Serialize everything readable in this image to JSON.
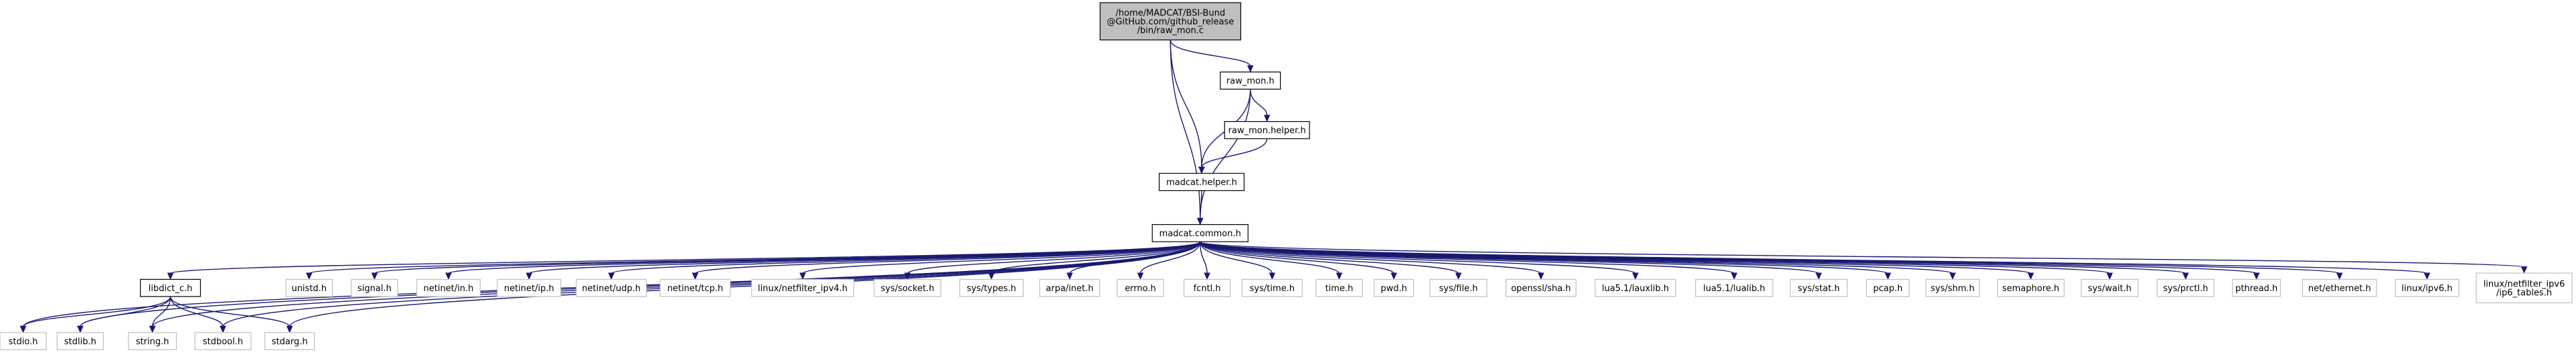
{
  "colors": {
    "edge": "#191970",
    "root_fill": "#bfbfbf",
    "root_stroke": "#000000",
    "doc_fill": "#ffffff",
    "doc_stroke": "#000000",
    "external_fill": "#ffffff",
    "external_stroke": "#bfbfbf"
  },
  "nodes": [
    {
      "id": "root",
      "kind": "root",
      "lines": [
        "/home/MADCAT/BSI-Bund",
        "@GitHub.com/github_release",
        "/bin/raw_mon.c"
      ]
    },
    {
      "id": "raw_mon_h",
      "kind": "doc",
      "lines": [
        "raw_mon.h"
      ]
    },
    {
      "id": "raw_mon_helper_h",
      "kind": "doc",
      "lines": [
        "raw_mon.helper.h"
      ]
    },
    {
      "id": "madcat_helper_h",
      "kind": "doc",
      "lines": [
        "madcat.helper.h"
      ]
    },
    {
      "id": "madcat_common_h",
      "kind": "doc",
      "lines": [
        "madcat.common.h"
      ]
    },
    {
      "id": "libdict_c_h",
      "kind": "doc",
      "lines": [
        "libdict_c.h"
      ]
    },
    {
      "id": "stdio_h",
      "kind": "external",
      "lines": [
        "stdio.h"
      ]
    },
    {
      "id": "stdlib_h",
      "kind": "external",
      "lines": [
        "stdlib.h"
      ]
    },
    {
      "id": "string_h",
      "kind": "external",
      "lines": [
        "string.h"
      ]
    },
    {
      "id": "stdbool_h",
      "kind": "external",
      "lines": [
        "stdbool.h"
      ]
    },
    {
      "id": "stdarg_h",
      "kind": "external",
      "lines": [
        "stdarg.h"
      ]
    },
    {
      "id": "unistd_h",
      "kind": "external",
      "lines": [
        "unistd.h"
      ]
    },
    {
      "id": "signal_h",
      "kind": "external",
      "lines": [
        "signal.h"
      ]
    },
    {
      "id": "netinet_in_h",
      "kind": "external",
      "lines": [
        "netinet/in.h"
      ]
    },
    {
      "id": "netinet_ip_h",
      "kind": "external",
      "lines": [
        "netinet/ip.h"
      ]
    },
    {
      "id": "netinet_udp_h",
      "kind": "external",
      "lines": [
        "netinet/udp.h"
      ]
    },
    {
      "id": "netinet_tcp_h",
      "kind": "external",
      "lines": [
        "netinet/tcp.h"
      ]
    },
    {
      "id": "nf_ipv4_h",
      "kind": "external",
      "lines": [
        "linux/netfilter_ipv4.h"
      ]
    },
    {
      "id": "sys_socket_h",
      "kind": "external",
      "lines": [
        "sys/socket.h"
      ]
    },
    {
      "id": "sys_types_h",
      "kind": "external",
      "lines": [
        "sys/types.h"
      ]
    },
    {
      "id": "arpa_inet_h",
      "kind": "external",
      "lines": [
        "arpa/inet.h"
      ]
    },
    {
      "id": "errno_h",
      "kind": "external",
      "lines": [
        "errno.h"
      ]
    },
    {
      "id": "fcntl_h",
      "kind": "external",
      "lines": [
        "fcntl.h"
      ]
    },
    {
      "id": "sys_time_h",
      "kind": "external",
      "lines": [
        "sys/time.h"
      ]
    },
    {
      "id": "time_h",
      "kind": "external",
      "lines": [
        "time.h"
      ]
    },
    {
      "id": "pwd_h",
      "kind": "external",
      "lines": [
        "pwd.h"
      ]
    },
    {
      "id": "sys_file_h",
      "kind": "external",
      "lines": [
        "sys/file.h"
      ]
    },
    {
      "id": "openssl_sha_h",
      "kind": "external",
      "lines": [
        "openssl/sha.h"
      ]
    },
    {
      "id": "lauxlib_h",
      "kind": "external",
      "lines": [
        "lua5.1/lauxlib.h"
      ]
    },
    {
      "id": "lualib_h",
      "kind": "external",
      "lines": [
        "lua5.1/lualib.h"
      ]
    },
    {
      "id": "sys_stat_h",
      "kind": "external",
      "lines": [
        "sys/stat.h"
      ]
    },
    {
      "id": "pcap_h",
      "kind": "external",
      "lines": [
        "pcap.h"
      ]
    },
    {
      "id": "sys_shm_h",
      "kind": "external",
      "lines": [
        "sys/shm.h"
      ]
    },
    {
      "id": "semaphore_h",
      "kind": "external",
      "lines": [
        "semaphore.h"
      ]
    },
    {
      "id": "sys_wait_h",
      "kind": "external",
      "lines": [
        "sys/wait.h"
      ]
    },
    {
      "id": "sys_prctl_h",
      "kind": "external",
      "lines": [
        "sys/prctl.h"
      ]
    },
    {
      "id": "pthread_h",
      "kind": "external",
      "lines": [
        "pthread.h"
      ]
    },
    {
      "id": "net_ethernet_h",
      "kind": "external",
      "lines": [
        "net/ethernet.h"
      ]
    },
    {
      "id": "linux_ipv6_h",
      "kind": "external",
      "lines": [
        "linux/ipv6.h"
      ]
    },
    {
      "id": "ip6_tables_h",
      "kind": "external",
      "lines": [
        "linux/netfilter_ipv6",
        "/ip6_tables.h"
      ]
    }
  ],
  "edges": [
    [
      "root",
      "raw_mon_h"
    ],
    [
      "root",
      "madcat_helper_h"
    ],
    [
      "root",
      "madcat_common_h"
    ],
    [
      "raw_mon_h",
      "raw_mon_helper_h"
    ],
    [
      "raw_mon_h",
      "madcat_helper_h"
    ],
    [
      "raw_mon_h",
      "madcat_common_h"
    ],
    [
      "raw_mon_helper_h",
      "madcat_helper_h"
    ],
    [
      "madcat_helper_h",
      "madcat_common_h"
    ],
    [
      "madcat_common_h",
      "libdict_c_h"
    ],
    [
      "madcat_common_h",
      "stdio_h"
    ],
    [
      "madcat_common_h",
      "stdlib_h"
    ],
    [
      "madcat_common_h",
      "string_h"
    ],
    [
      "madcat_common_h",
      "stdbool_h"
    ],
    [
      "madcat_common_h",
      "stdarg_h"
    ],
    [
      "madcat_common_h",
      "unistd_h"
    ],
    [
      "madcat_common_h",
      "signal_h"
    ],
    [
      "madcat_common_h",
      "netinet_in_h"
    ],
    [
      "madcat_common_h",
      "netinet_ip_h"
    ],
    [
      "madcat_common_h",
      "netinet_udp_h"
    ],
    [
      "madcat_common_h",
      "netinet_tcp_h"
    ],
    [
      "madcat_common_h",
      "nf_ipv4_h"
    ],
    [
      "madcat_common_h",
      "sys_socket_h"
    ],
    [
      "madcat_common_h",
      "sys_types_h"
    ],
    [
      "madcat_common_h",
      "arpa_inet_h"
    ],
    [
      "madcat_common_h",
      "errno_h"
    ],
    [
      "madcat_common_h",
      "fcntl_h"
    ],
    [
      "madcat_common_h",
      "sys_time_h"
    ],
    [
      "madcat_common_h",
      "time_h"
    ],
    [
      "madcat_common_h",
      "pwd_h"
    ],
    [
      "madcat_common_h",
      "sys_file_h"
    ],
    [
      "madcat_common_h",
      "openssl_sha_h"
    ],
    [
      "madcat_common_h",
      "lauxlib_h"
    ],
    [
      "madcat_common_h",
      "lualib_h"
    ],
    [
      "madcat_common_h",
      "sys_stat_h"
    ],
    [
      "madcat_common_h",
      "pcap_h"
    ],
    [
      "madcat_common_h",
      "sys_shm_h"
    ],
    [
      "madcat_common_h",
      "semaphore_h"
    ],
    [
      "madcat_common_h",
      "sys_wait_h"
    ],
    [
      "madcat_common_h",
      "sys_prctl_h"
    ],
    [
      "madcat_common_h",
      "pthread_h"
    ],
    [
      "madcat_common_h",
      "net_ethernet_h"
    ],
    [
      "madcat_common_h",
      "linux_ipv6_h"
    ],
    [
      "madcat_common_h",
      "ip6_tables_h"
    ],
    [
      "libdict_c_h",
      "stdio_h"
    ],
    [
      "libdict_c_h",
      "stdlib_h"
    ],
    [
      "libdict_c_h",
      "string_h"
    ],
    [
      "libdict_c_h",
      "stdbool_h"
    ],
    [
      "libdict_c_h",
      "stdarg_h"
    ]
  ]
}
